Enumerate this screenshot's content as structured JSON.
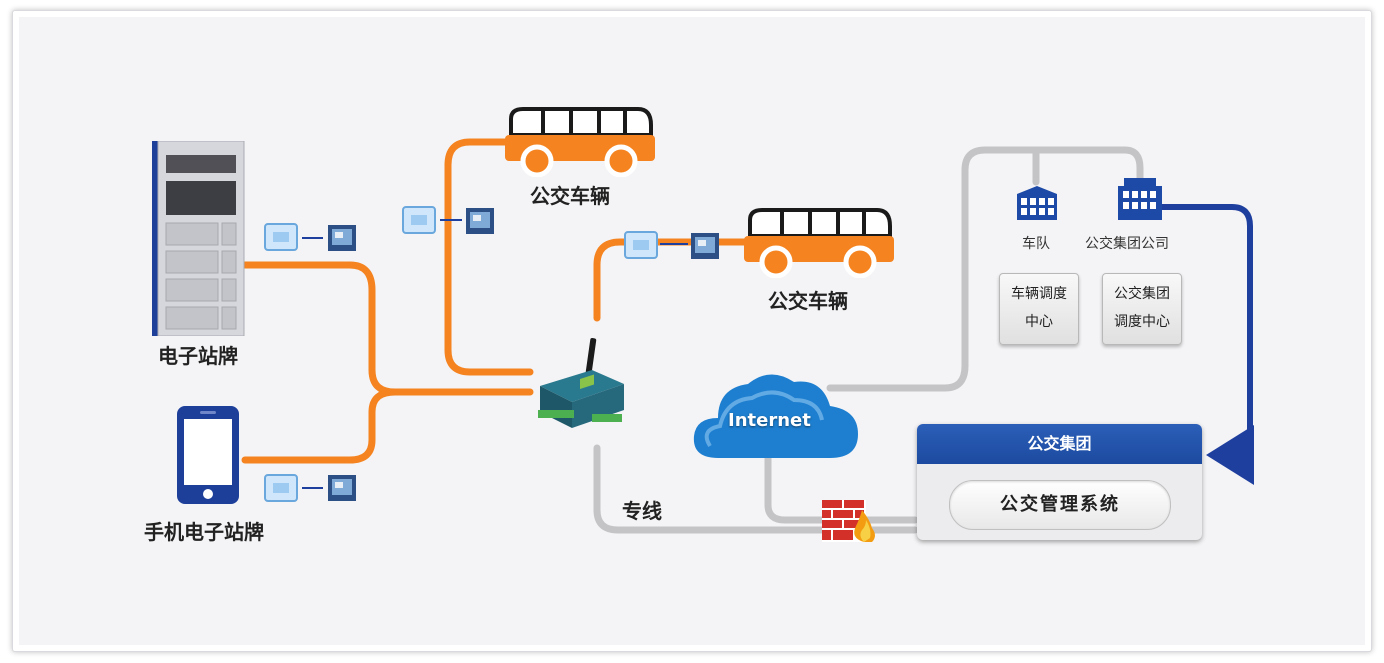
{
  "labels": {
    "e_station": "电子站牌",
    "mobile_station": "手机电子站牌",
    "bus_top": "公交车辆",
    "bus_mid": "公交车辆",
    "dedicated_line": "专线",
    "internet": "Internet",
    "fleet": "车队",
    "bus_company": "公交集团公司",
    "vehicle_dispatch_line1": "车辆调度",
    "vehicle_dispatch_line2": "中心",
    "group_dispatch_line1": "公交集团",
    "group_dispatch_line2": "调度中心",
    "bus_group": "公交集团",
    "management_system": "公交管理系统"
  },
  "colors": {
    "orange": "#f5831f",
    "gray_line": "#c4c4c6",
    "blue_line": "#1f3f9e",
    "cloud": "#1e7fd0",
    "building": "#1d4aa6"
  },
  "icons": [
    "e-station-icon",
    "phone-icon",
    "bus-icon",
    "router-icon",
    "module-icon",
    "chip-icon",
    "cloud-icon",
    "building-icon",
    "firewall-icon"
  ]
}
